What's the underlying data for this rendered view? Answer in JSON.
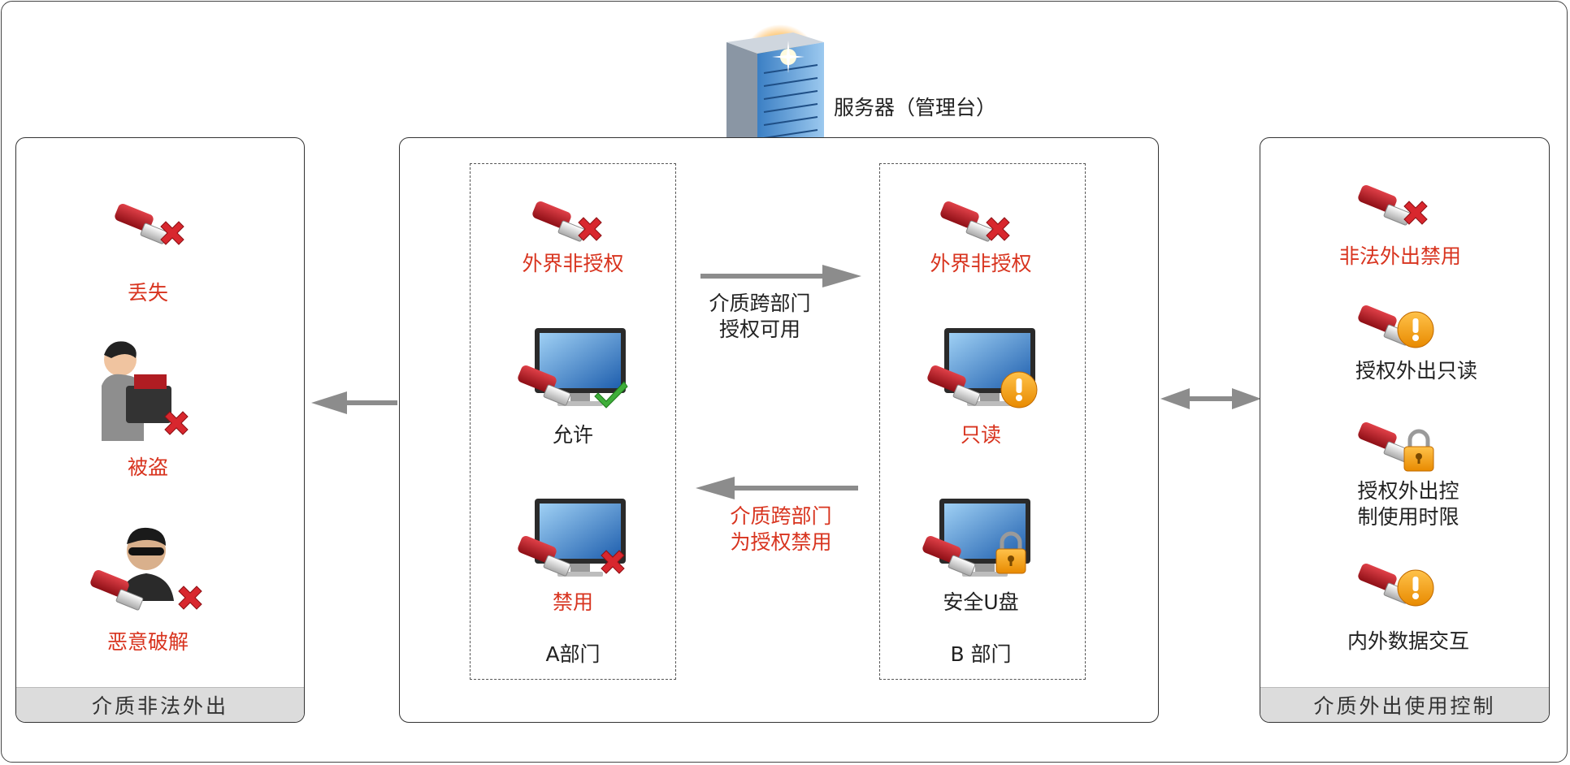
{
  "server": {
    "label": "服务器（管理台）"
  },
  "left_panel": {
    "footer": "介质非法外出",
    "items": [
      {
        "label": "丢失",
        "icon": "usb-cross-icon"
      },
      {
        "label": "被盗",
        "icon": "thief-icon"
      },
      {
        "label": "恶意破解",
        "icon": "hacker-icon"
      }
    ]
  },
  "center": {
    "dept_a": {
      "name": "A部门",
      "items": [
        {
          "label": "外界非授权",
          "icon": "usb-cross-icon"
        },
        {
          "label": "允许",
          "icon": "monitor-usb-check-icon"
        },
        {
          "label": "禁用",
          "icon": "monitor-usb-cross-icon"
        }
      ]
    },
    "dept_b": {
      "name": "B 部门",
      "items": [
        {
          "label": "外界非授权",
          "icon": "usb-cross-icon"
        },
        {
          "label": "只读",
          "icon": "monitor-usb-warning-icon"
        },
        {
          "label": "安全U盘",
          "icon": "monitor-usb-lock-icon"
        }
      ]
    },
    "arrow_right_text": "介质跨部门\n授权可用",
    "arrow_left_text": "介质跨部门\n为授权禁用"
  },
  "right_panel": {
    "footer": "介质外出使用控制",
    "items": [
      {
        "label": "非法外出禁用",
        "icon": "usb-cross-icon"
      },
      {
        "label": "授权外出只读",
        "icon": "usb-warning-icon"
      },
      {
        "label": "授权外出控\n制使用时限",
        "icon": "usb-lock-icon"
      },
      {
        "label": "内外数据交互",
        "icon": "usb-warning-icon"
      }
    ]
  },
  "colors": {
    "red": "#d8341f",
    "arrow": "#8c8c8c",
    "usb_red": "#b01c22"
  }
}
